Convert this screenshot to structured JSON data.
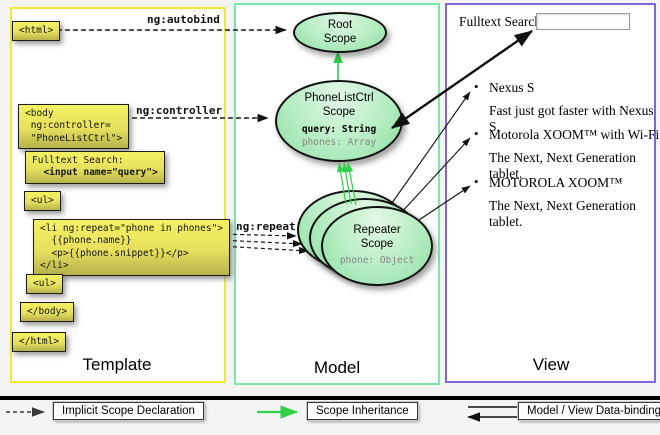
{
  "colors": {
    "template_border": "#f0ea35",
    "model_border": "#7ce9ac",
    "view_border": "#7b68e0",
    "code_box_fill": "#e6e05e",
    "scope_fill": "#a9e9b8",
    "inheritance_arrow": "#2fd147"
  },
  "columns": {
    "template": "Template",
    "model": "Model",
    "view": "View"
  },
  "connectors": {
    "autobind": "ng:autobind",
    "controller": "ng:controller",
    "repeat": "ng:repeat"
  },
  "code": {
    "html_open": "<html>",
    "body_open": "<body\n ng:controller=\n \"PhoneListCtrl\">",
    "fulltext_label": "Fulltext Search:",
    "input_tag": "  <input name=\"query\">",
    "ul_open": "<ul>",
    "li_repeat": "<li ng:repeat=\"phone in phones\">\n  {{phone.name}}\n  <p>{{phone.snippet}}</p>\n</li>",
    "ul_close": "<ul>",
    "body_close": "</body>",
    "html_close": "</html>"
  },
  "scopes": {
    "root": {
      "title": "Root\nScope"
    },
    "phonelistctrl": {
      "title": "PhoneListCtrl\nScope",
      "prop_query": "query: String",
      "prop_phones": "phones: Array"
    },
    "repeater": {
      "title": "Repeater\nScope",
      "prop_phone": "phone: Object"
    }
  },
  "view": {
    "search_label": "Fulltext Search:",
    "search_value": "",
    "items": [
      {
        "title": "Nexus S",
        "desc": "Fast just got faster with Nexus S."
      },
      {
        "title": "Motorola XOOM™ with Wi-Fi",
        "desc": "The Next, Next Generation tablet."
      },
      {
        "title": "MOTOROLA XOOM™",
        "desc": "The Next, Next Generation tablet."
      }
    ]
  },
  "legend": {
    "implicit": "Implicit Scope Declaration",
    "inheritance": "Scope Inheritance",
    "databinding": "Model / View Data-binding"
  }
}
